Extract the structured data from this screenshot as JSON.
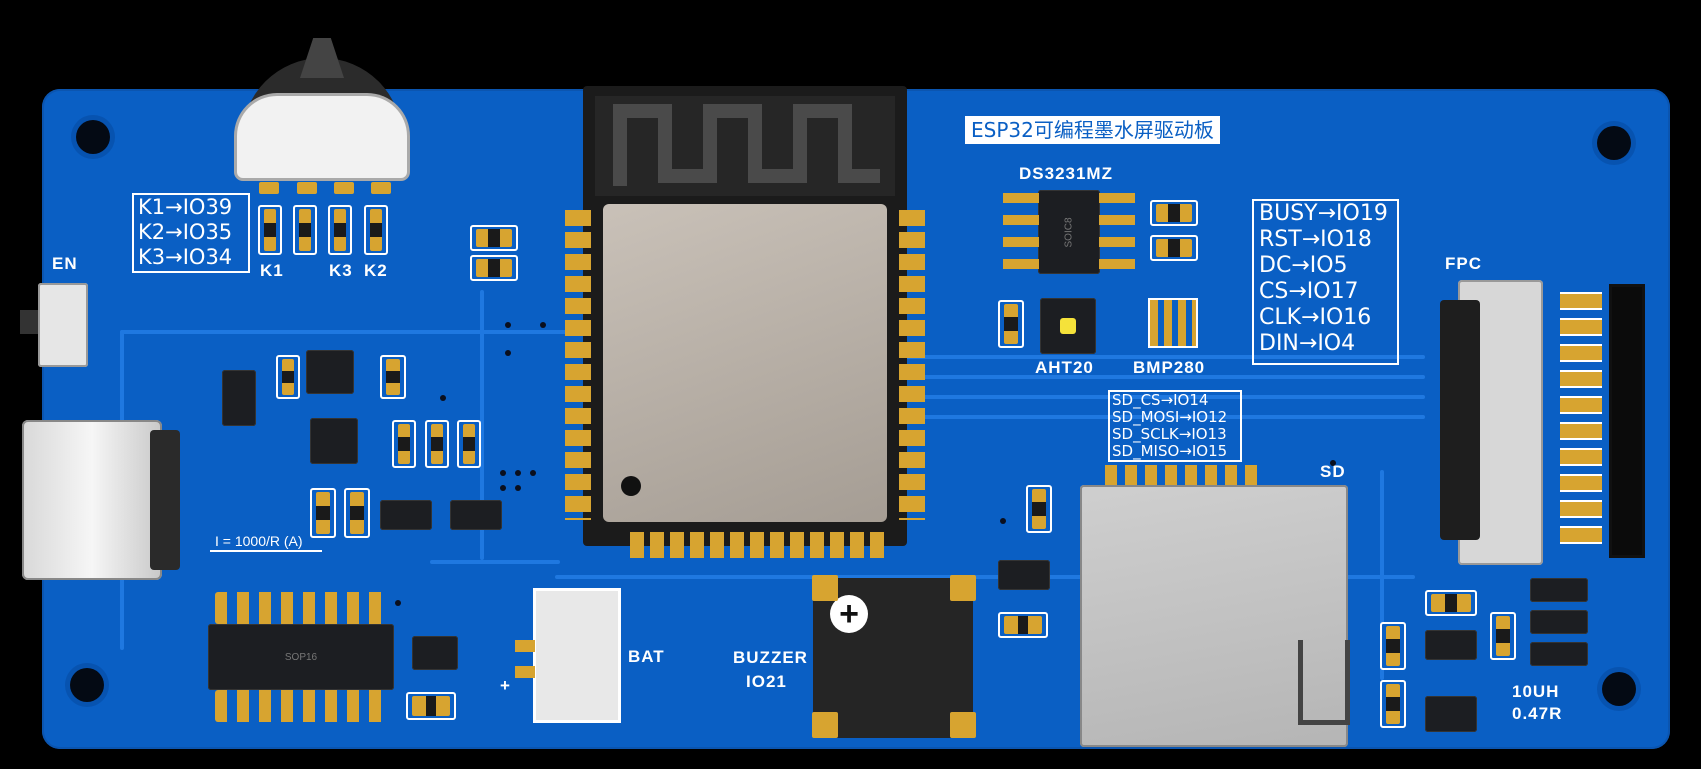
{
  "title": "ESP32可编程墨水屏驱动板",
  "key_map": [
    "K1→IO39",
    "K2→IO35",
    "K3→IO34"
  ],
  "key_labels": [
    "K1",
    "K3",
    "K2"
  ],
  "en_label": "EN",
  "epd_map": [
    "BUSY→IO19",
    "RST→IO18",
    "DC→IO5",
    "CS→IO17",
    "CLK→IO16",
    "DIN→IO4"
  ],
  "sd_map": [
    "SD_CS→IO14",
    "SD_MOSI→IO12",
    "SD_SCLK→IO13",
    "SD_MISO→IO15"
  ],
  "components": {
    "rtc": "DS3231MZ",
    "rtc_package": "SOIC8",
    "humidity": "AHT20",
    "pressure": "BMP280",
    "fpc": "FPC",
    "sd": "SD",
    "bat": "BAT",
    "buzzer": "BUZZER",
    "buzzer_io": "IO21",
    "sop": "SOP16",
    "inductor": "10UH",
    "resistor": "0.47R",
    "current_formula": "I = 1000/R (A)",
    "plus": "+"
  },
  "colors": {
    "board": "#0a5fc4",
    "pad_gold": "#d7a430",
    "silkscreen": "#ffffff"
  }
}
